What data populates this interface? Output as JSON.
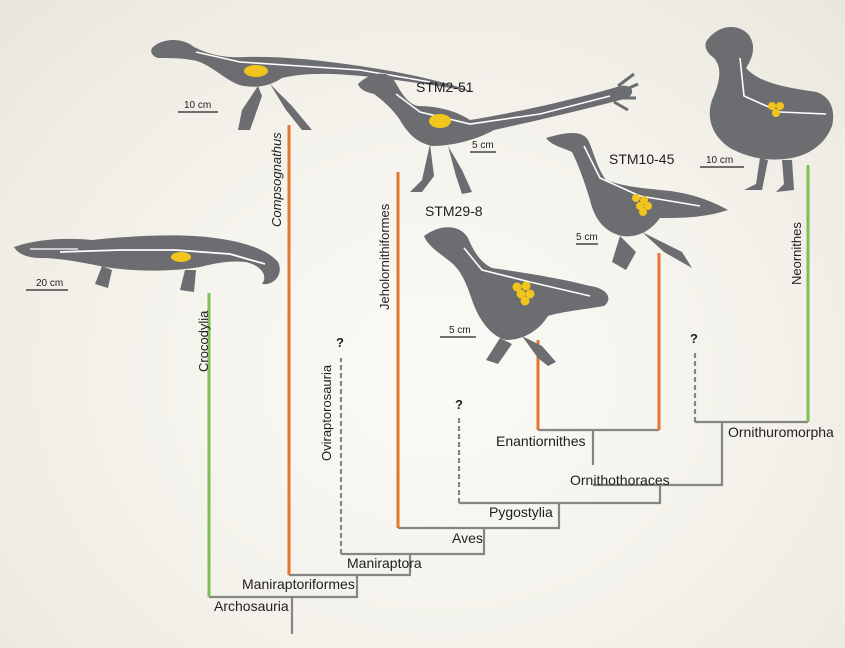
{
  "colors": {
    "stem": "#858585",
    "fossil_branch": "#e2762f",
    "extant_branch": "#7cbf55",
    "body": "#6b6d70",
    "bone": "#ffffff",
    "eggs": "#f2c51d"
  },
  "tree": {
    "nodes": [
      "Archosauria",
      "Maniraptoriformes",
      "Maniraptora",
      "Aves",
      "Pygostylia",
      "Ornithothoraces",
      "Enantiornithes",
      "Ornithuromorpha"
    ],
    "taxa": [
      {
        "name": "Crocodylia",
        "branch": "extant"
      },
      {
        "name": "Compsognathus",
        "branch": "fossil"
      },
      {
        "name": "Oviraptorosauria",
        "branch": "uncertain"
      },
      {
        "name": "Jeholornithiformes",
        "branch": "fossil"
      },
      {
        "name": "Neornithes",
        "branch": "extant"
      }
    ],
    "uncertain_mark": "?"
  },
  "specimens": [
    {
      "label": "STM2-51",
      "scale": "5 cm"
    },
    {
      "label": "STM29-8",
      "scale": "5 cm"
    },
    {
      "label": "STM10-45",
      "scale": "5 cm"
    }
  ],
  "silhouettes": [
    {
      "name": "crocodile",
      "scale": "20 cm"
    },
    {
      "name": "compsognathus",
      "scale": "10 cm"
    },
    {
      "name": "chicken",
      "scale": "10 cm"
    }
  ]
}
